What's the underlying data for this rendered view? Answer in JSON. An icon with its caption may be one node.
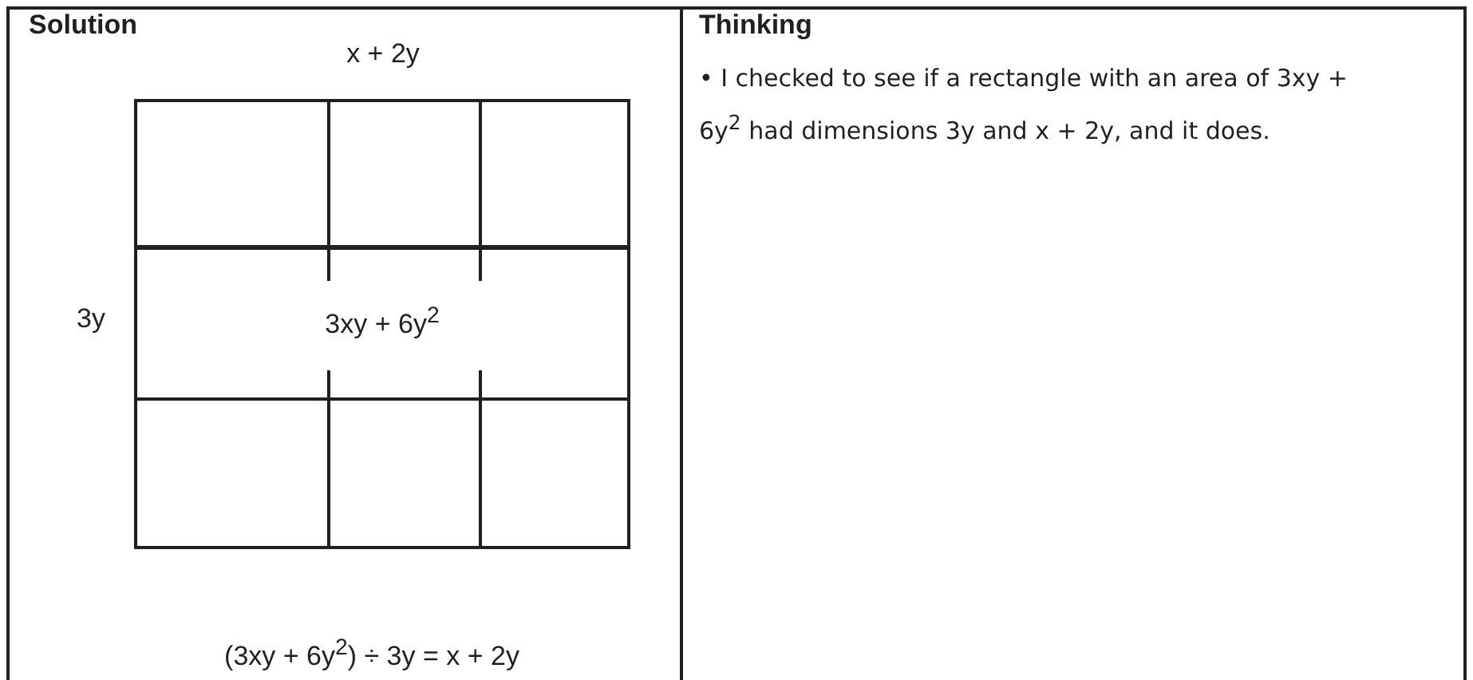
{
  "diagram": {
    "nodes": [
      {
        "text": [
          "3xy + 6y$^{2}$"
        ]
      }
    ],
    "labels": [
      "Solution",
      "x + 2y",
      "3y",
      "(3xy + 6y$^{2}$) ÷ 3y = x + 2y",
      "Thinking",
      "• I checked to see if a rectangle with an area of 3xy + 6y$^{2}$ had dimensions 3y and x + 2y, and it does."
    ]
  }
}
